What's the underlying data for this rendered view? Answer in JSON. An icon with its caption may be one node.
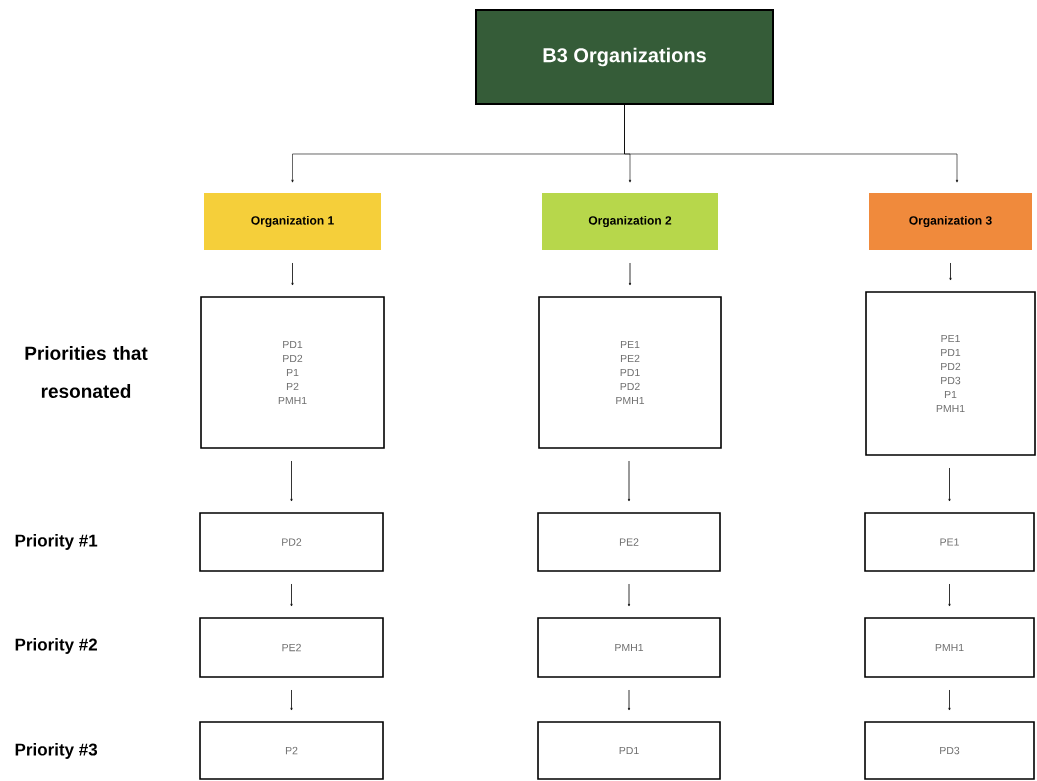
{
  "diagram": {
    "nodes": [
      {
        "text": [
          "B3 Organizations"
        ]
      },
      {
        "text": [
          "Organization 1"
        ]
      },
      {
        "text": [
          "Organization 2"
        ]
      },
      {
        "text": [
          "Organization 3"
        ]
      },
      {
        "text": [
          "PD1",
          "PD2",
          "P1",
          "P2",
          "PMH1"
        ]
      },
      {
        "text": [
          "PE1",
          "PE2",
          "PD1",
          "PD2",
          "PMH1"
        ]
      },
      {
        "text": [
          "PE1",
          "PD1",
          "PD2",
          "PD3",
          "P1",
          "PMH1"
        ]
      },
      {
        "text": [
          "PD2"
        ]
      },
      {
        "text": [
          "PE2"
        ]
      },
      {
        "text": [
          "PE1"
        ]
      },
      {
        "text": [
          "PE2"
        ]
      },
      {
        "text": [
          "PMH1"
        ]
      },
      {
        "text": [
          "PMH1"
        ]
      },
      {
        "text": [
          "P2"
        ]
      },
      {
        "text": [
          "PD1"
        ]
      },
      {
        "text": [
          "PD3"
        ]
      }
    ],
    "edges": [
      {
        "from": 0,
        "to": 1,
        "arrow": "to"
      },
      {
        "from": 0,
        "to": 2,
        "arrow": "to"
      },
      {
        "from": 0,
        "to": 3,
        "arrow": "to"
      },
      {
        "from": 1,
        "to": 4,
        "arrow": "to"
      },
      {
        "from": 2,
        "to": 5,
        "arrow": "to"
      },
      {
        "from": 3,
        "to": 6,
        "arrow": "to"
      },
      {
        "from": 4,
        "to": 7,
        "arrow": "to"
      },
      {
        "from": 5,
        "to": 8,
        "arrow": "to"
      },
      {
        "from": 6,
        "to": 9,
        "arrow": "to"
      },
      {
        "from": 7,
        "to": 10,
        "arrow": "to"
      },
      {
        "from": 8,
        "to": 11,
        "arrow": "to"
      },
      {
        "from": 9,
        "to": 12,
        "arrow": "to"
      },
      {
        "from": 10,
        "to": 13,
        "arrow": "to"
      },
      {
        "from": 11,
        "to": 14,
        "arrow": "to"
      },
      {
        "from": 12,
        "to": 15,
        "arrow": "to"
      }
    ],
    "labels": [
      "Priorities that resonated",
      "Priority #1",
      "Priority #2",
      "Priority #3"
    ]
  }
}
